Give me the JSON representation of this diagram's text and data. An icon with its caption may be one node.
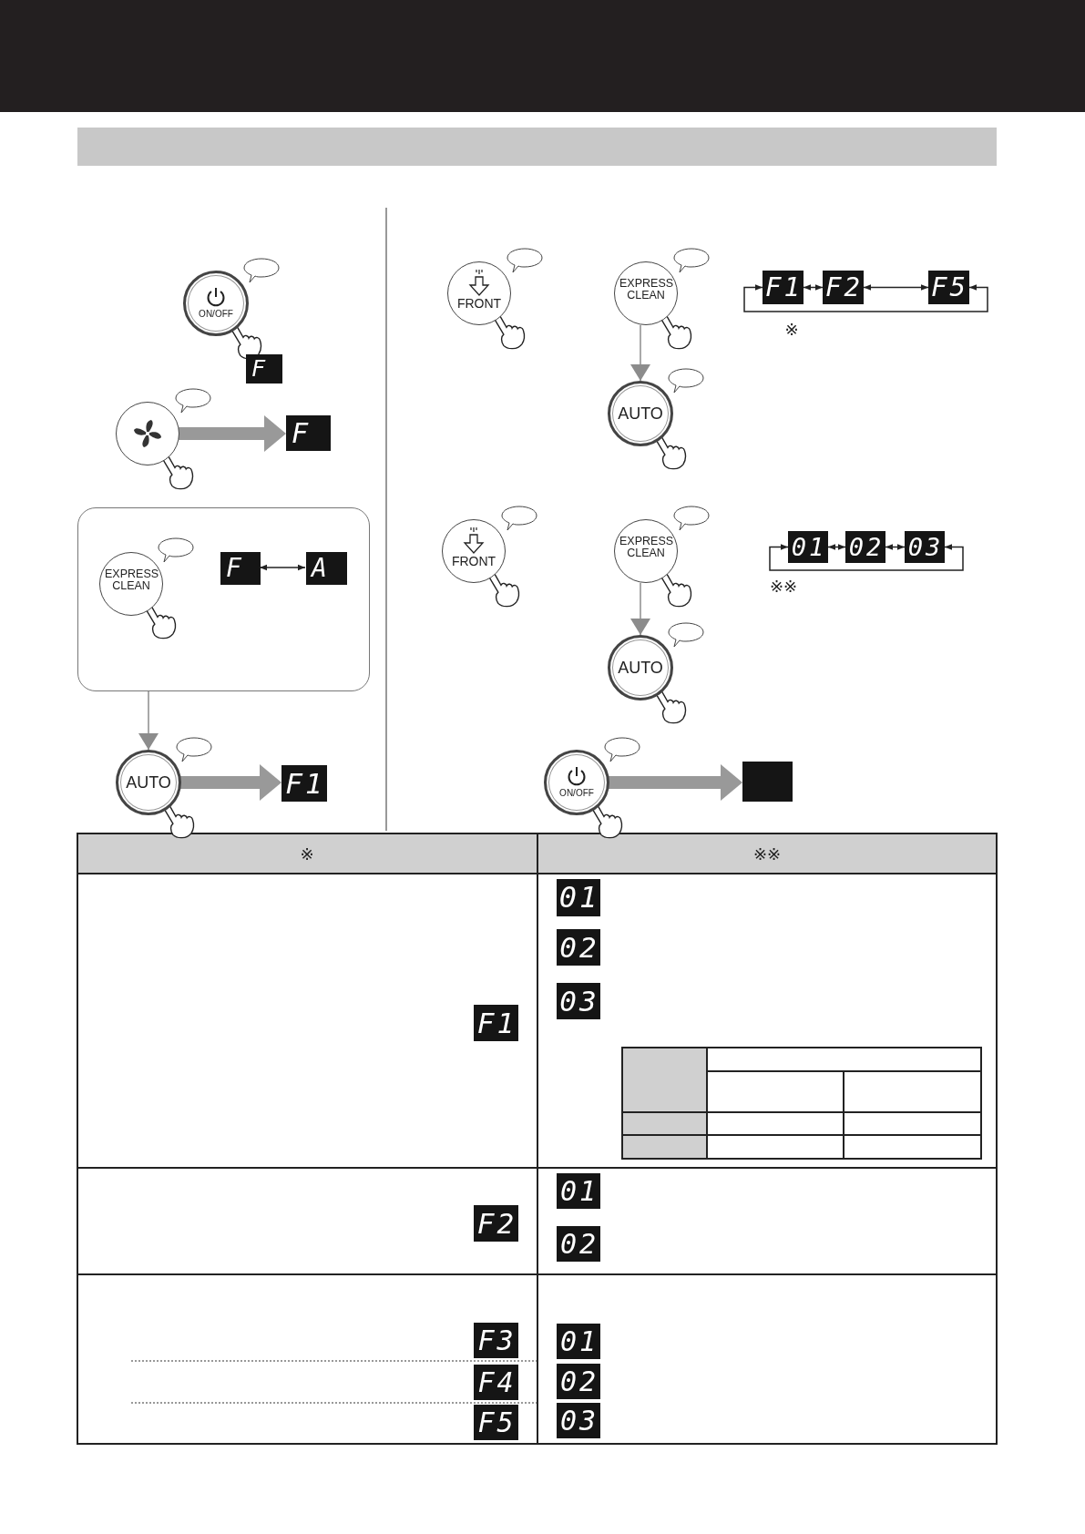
{
  "diagram": {
    "nodes": [
      {
        "text": [],
        "shape": "bar"
      },
      {
        "text": [
          "ON/OFF"
        ]
      },
      {
        "text": [
          "F"
        ]
      },
      {
        "text": [],
        "shape": "circle"
      },
      {
        "text": [
          "F"
        ]
      },
      {
        "text": [],
        "shape": "box"
      },
      {
        "text": [
          "EXPRESS CLEAN"
        ],
        "in": 5
      },
      {
        "text": [
          "F"
        ],
        "in": 5
      },
      {
        "text": [
          "A"
        ],
        "in": 5
      },
      {
        "text": [
          "AUTO"
        ]
      },
      {
        "text": [
          "F1"
        ]
      },
      {
        "text": [
          "FRONT"
        ]
      },
      {
        "text": [
          "EXPRESS CLEAN"
        ]
      },
      {
        "text": [
          "F1"
        ]
      },
      {
        "text": [
          "F2"
        ]
      },
      {
        "text": [
          "F5"
        ]
      },
      {
        "text": [
          "AUTO"
        ]
      },
      {
        "text": [
          "FRONT"
        ]
      },
      {
        "text": [
          "EXPRESS CLEAN"
        ]
      },
      {
        "text": [
          "01"
        ]
      },
      {
        "text": [
          "02"
        ]
      },
      {
        "text": [
          "03"
        ]
      },
      {
        "text": [
          "AUTO"
        ]
      },
      {
        "text": [
          "ON/OFF"
        ]
      },
      {
        "text": [],
        "shape": "box"
      },
      {
        "text": [
          "F1"
        ]
      },
      {
        "text": [
          "01"
        ]
      },
      {
        "text": [
          "02"
        ]
      },
      {
        "text": [
          "03"
        ]
      },
      {
        "text": [
          "F2"
        ]
      },
      {
        "text": [
          "01"
        ]
      },
      {
        "text": [
          "02"
        ]
      },
      {
        "text": [
          "F3"
        ]
      },
      {
        "text": [
          "F4"
        ]
      },
      {
        "text": [
          "F5"
        ]
      },
      {
        "text": [
          "01"
        ]
      },
      {
        "text": [
          "02"
        ]
      },
      {
        "text": [
          "03"
        ]
      }
    ],
    "edges": [
      {
        "from": 3,
        "to": 4,
        "arrow": "to",
        "style": "thick",
        "color": "#999999"
      },
      {
        "from": 7,
        "to": 8,
        "arrow": "both"
      },
      {
        "from": 5,
        "to": 9,
        "arrow": "to",
        "color": "#8c8c8c"
      },
      {
        "from": 9,
        "to": 10,
        "arrow": "to",
        "style": "thick",
        "color": "#999999"
      },
      {
        "from": 13,
        "to": 14,
        "arrow": "both"
      },
      {
        "from": 14,
        "to": 15,
        "arrow": "both"
      },
      {
        "from": 15,
        "to": 13,
        "arrow": "both"
      },
      {
        "from": 12,
        "to": 16,
        "arrow": "to",
        "color": "#8c8c8c"
      },
      {
        "from": 19,
        "to": 20,
        "arrow": "both"
      },
      {
        "from": 20,
        "to": 21,
        "arrow": "both"
      },
      {
        "from": 21,
        "to": 19,
        "arrow": "both"
      },
      {
        "from": 18,
        "to": 22,
        "arrow": "to",
        "color": "#8c8c8c"
      },
      {
        "from": 23,
        "to": 24,
        "arrow": "to",
        "style": "thick",
        "color": "#999999"
      }
    ],
    "labels": [
      "※",
      "※※",
      "※",
      "※※"
    ]
  }
}
